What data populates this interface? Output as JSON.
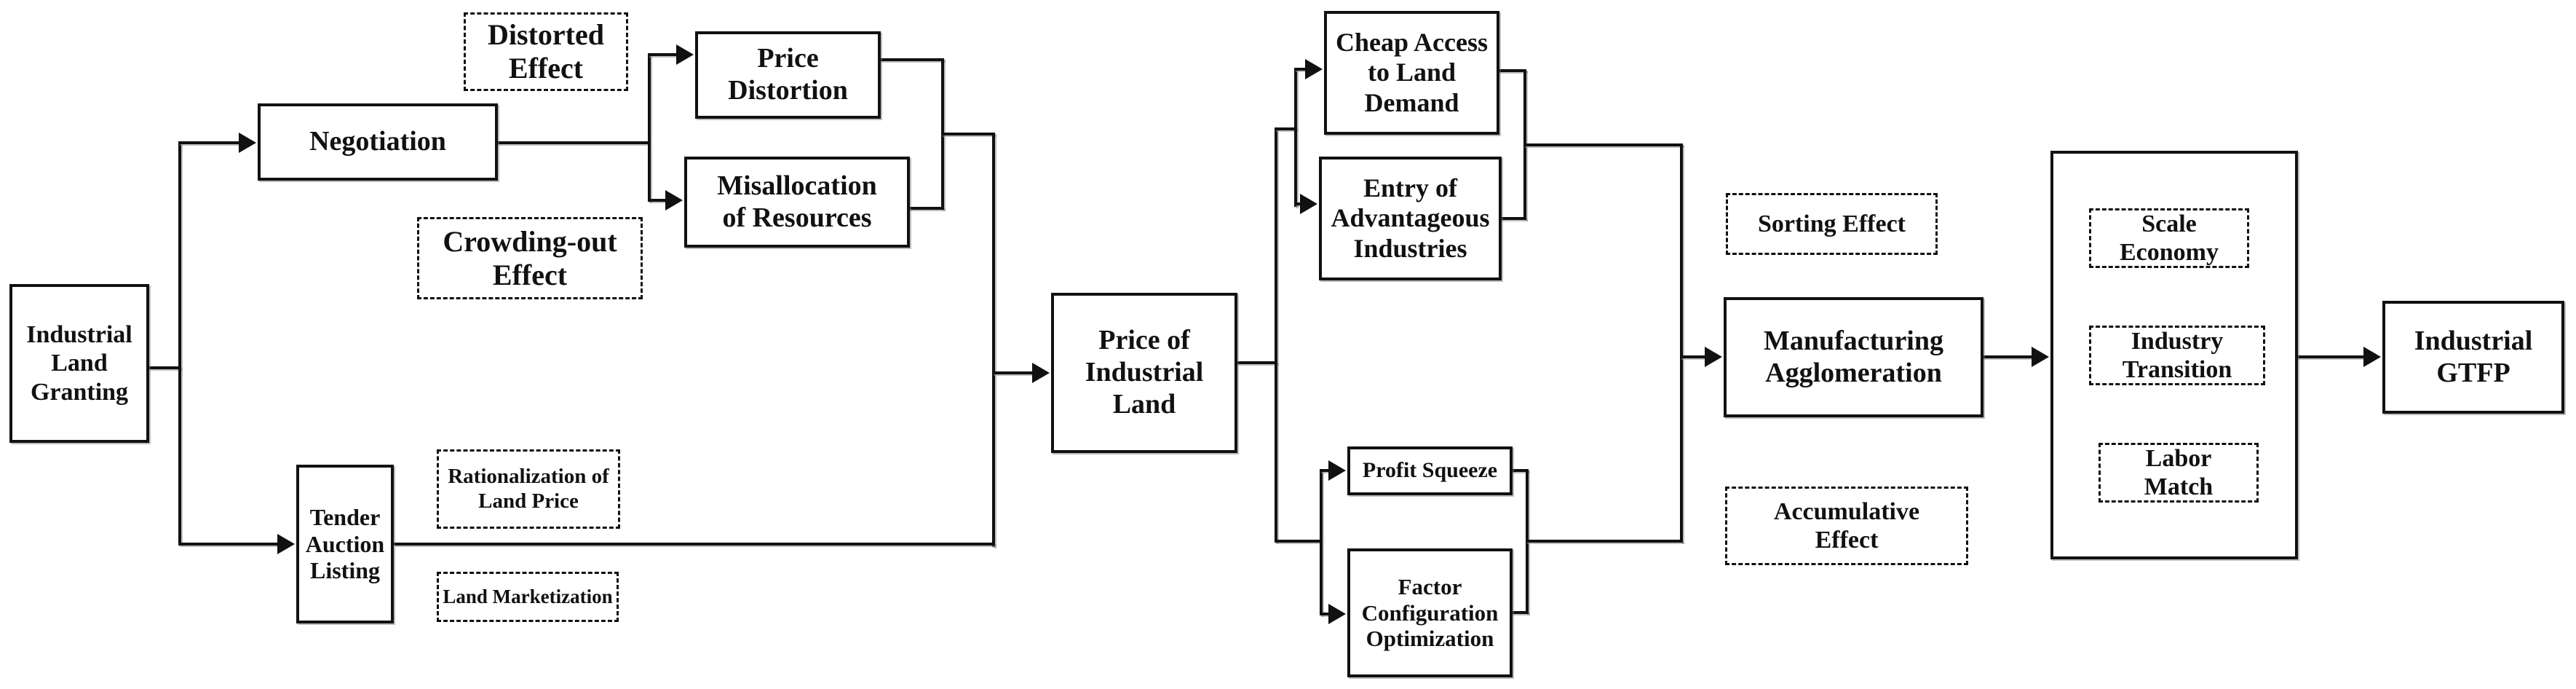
{
  "figure": {
    "description": "Flow diagram of how industrial land granting affects industrial GTFP",
    "line_color": "#111111",
    "background_color": "#ffffff",
    "nodes": {
      "industrial_land_granting": {
        "label": "Industrial\nLand\nGranting",
        "style": "solid"
      },
      "negotiation": {
        "label": "Negotiation",
        "style": "solid"
      },
      "tender_auction_listing": {
        "label": "Tender\nAuction\nListing",
        "style": "solid"
      },
      "distorted_effect": {
        "label": "Distorted\nEffect",
        "style": "dash-dot"
      },
      "crowding_out_effect": {
        "label": "Crowding-out\nEffect",
        "style": "dash-dot"
      },
      "price_distortion": {
        "label": "Price\nDistortion",
        "style": "solid"
      },
      "misallocation_of_resources": {
        "label": "Misallocation\nof Resources",
        "style": "solid"
      },
      "rationalization_of_land_price": {
        "label": "Rationalization of\nLand Price",
        "style": "dash-dot"
      },
      "land_marketization": {
        "label": "Land Marketization",
        "style": "dash-dot"
      },
      "price_of_industrial_land": {
        "label": "Price of\nIndustrial\nLand",
        "style": "solid"
      },
      "cheap_access_to_land_demand": {
        "label": "Cheap Access\nto Land\nDemand",
        "style": "solid"
      },
      "entry_of_advantageous_industries": {
        "label": "Entry of\nAdvantageous\nIndustries",
        "style": "solid"
      },
      "profit_squeeze": {
        "label": "Profit Squeeze",
        "style": "solid"
      },
      "factor_configuration_optimization": {
        "label": "Factor\nConfiguration\nOptimization",
        "style": "solid"
      },
      "sorting_effect": {
        "label": "Sorting Effect",
        "style": "dash-dot"
      },
      "accumulative_effect": {
        "label": "Accumulative\nEffect",
        "style": "dash-dot"
      },
      "manufacturing_agglomeration": {
        "label": "Manufacturing\nAgglomeration",
        "style": "solid"
      },
      "mechanism_container": {
        "label": "",
        "style": "solid"
      },
      "scale_economy": {
        "label": "Scale\nEconomy",
        "style": "dash-dot"
      },
      "industry_transition": {
        "label": "Industry\nTransition",
        "style": "dash-dot"
      },
      "labor_match": {
        "label": "Labor\nMatch",
        "style": "dash-dot"
      },
      "industrial_gtfp": {
        "label": "Industrial\nGTFP",
        "style": "solid"
      }
    },
    "edges": [
      {
        "from": "industrial_land_granting",
        "to": "negotiation"
      },
      {
        "from": "industrial_land_granting",
        "to": "tender_auction_listing"
      },
      {
        "from": "negotiation",
        "to": "price_distortion"
      },
      {
        "from": "negotiation",
        "to": "misallocation_of_resources"
      },
      {
        "from": "price_distortion",
        "to": "price_of_industrial_land"
      },
      {
        "from": "misallocation_of_resources",
        "to": "price_of_industrial_land"
      },
      {
        "from": "tender_auction_listing",
        "to": "price_of_industrial_land"
      },
      {
        "from": "price_of_industrial_land",
        "to": "cheap_access_to_land_demand"
      },
      {
        "from": "price_of_industrial_land",
        "to": "entry_of_advantageous_industries"
      },
      {
        "from": "price_of_industrial_land",
        "to": "profit_squeeze"
      },
      {
        "from": "price_of_industrial_land",
        "to": "factor_configuration_optimization"
      },
      {
        "from": "cheap_access_to_land_demand",
        "to": "manufacturing_agglomeration"
      },
      {
        "from": "entry_of_advantageous_industries",
        "to": "manufacturing_agglomeration"
      },
      {
        "from": "profit_squeeze",
        "to": "manufacturing_agglomeration"
      },
      {
        "from": "factor_configuration_optimization",
        "to": "manufacturing_agglomeration"
      },
      {
        "from": "manufacturing_agglomeration",
        "to": "mechanism_container"
      },
      {
        "from": "mechanism_container",
        "to": "industrial_gtfp"
      }
    ]
  }
}
